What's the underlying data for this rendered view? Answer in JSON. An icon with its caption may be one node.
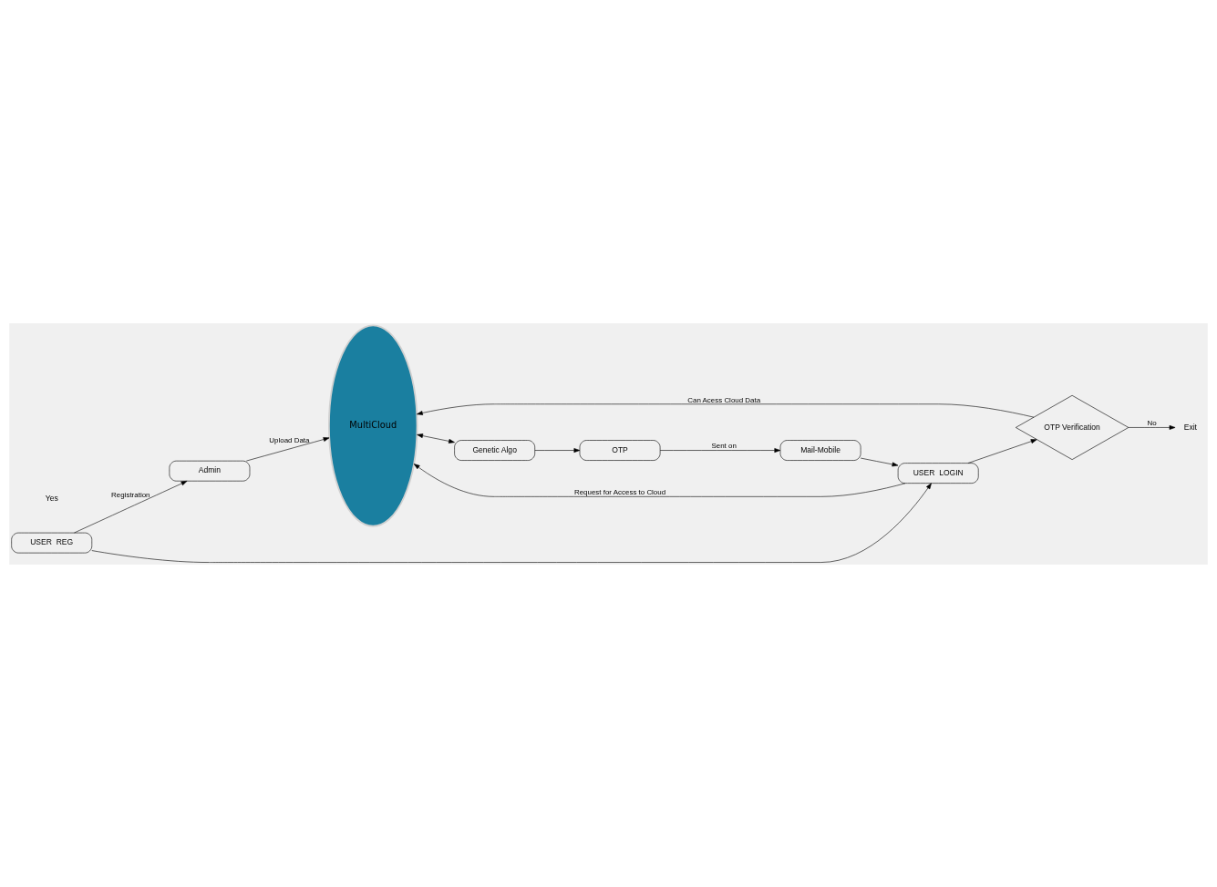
{
  "diagram": {
    "nodes": [
      {
        "text": [
          "MultiCloud"
        ]
      },
      {
        "text": [
          "Admin"
        ]
      },
      {
        "text": [
          "USER  REG"
        ]
      },
      {
        "text": [
          "USER  LOGIN"
        ]
      },
      {
        "text": [
          "Genetic Algo"
        ]
      },
      {
        "text": [
          "Mail-Mobile"
        ]
      },
      {
        "text": [
          "OTP"
        ]
      },
      {
        "text": [
          "OTP Verification"
        ]
      },
      {
        "text": [
          "Exit"
        ]
      }
    ],
    "edges": [
      {
        "from": 2,
        "to": 1,
        "arrow": "to",
        "label": "Registration"
      },
      {
        "from": 1,
        "to": 0,
        "arrow": "to",
        "label": "Upload Data"
      },
      {
        "from": 2,
        "to": 3,
        "arrow": "to"
      },
      {
        "from": 3,
        "to": 0,
        "arrow": "to",
        "label": "Request for Access to Cloud"
      },
      {
        "from": 0,
        "to": 4,
        "arrow": "both"
      },
      {
        "from": 4,
        "to": 6,
        "arrow": "to"
      },
      {
        "from": 6,
        "to": 5,
        "arrow": "to",
        "label": "Sent on"
      },
      {
        "from": 5,
        "to": 3,
        "arrow": "to"
      },
      {
        "from": 3,
        "to": 7,
        "arrow": "to"
      },
      {
        "from": 7,
        "to": 8,
        "arrow": "to",
        "label": "No"
      },
      {
        "from": 7,
        "to": 0,
        "arrow": "to",
        "label": "Can Acess Cloud Data"
      }
    ],
    "labels": [
      "Yes"
    ]
  }
}
